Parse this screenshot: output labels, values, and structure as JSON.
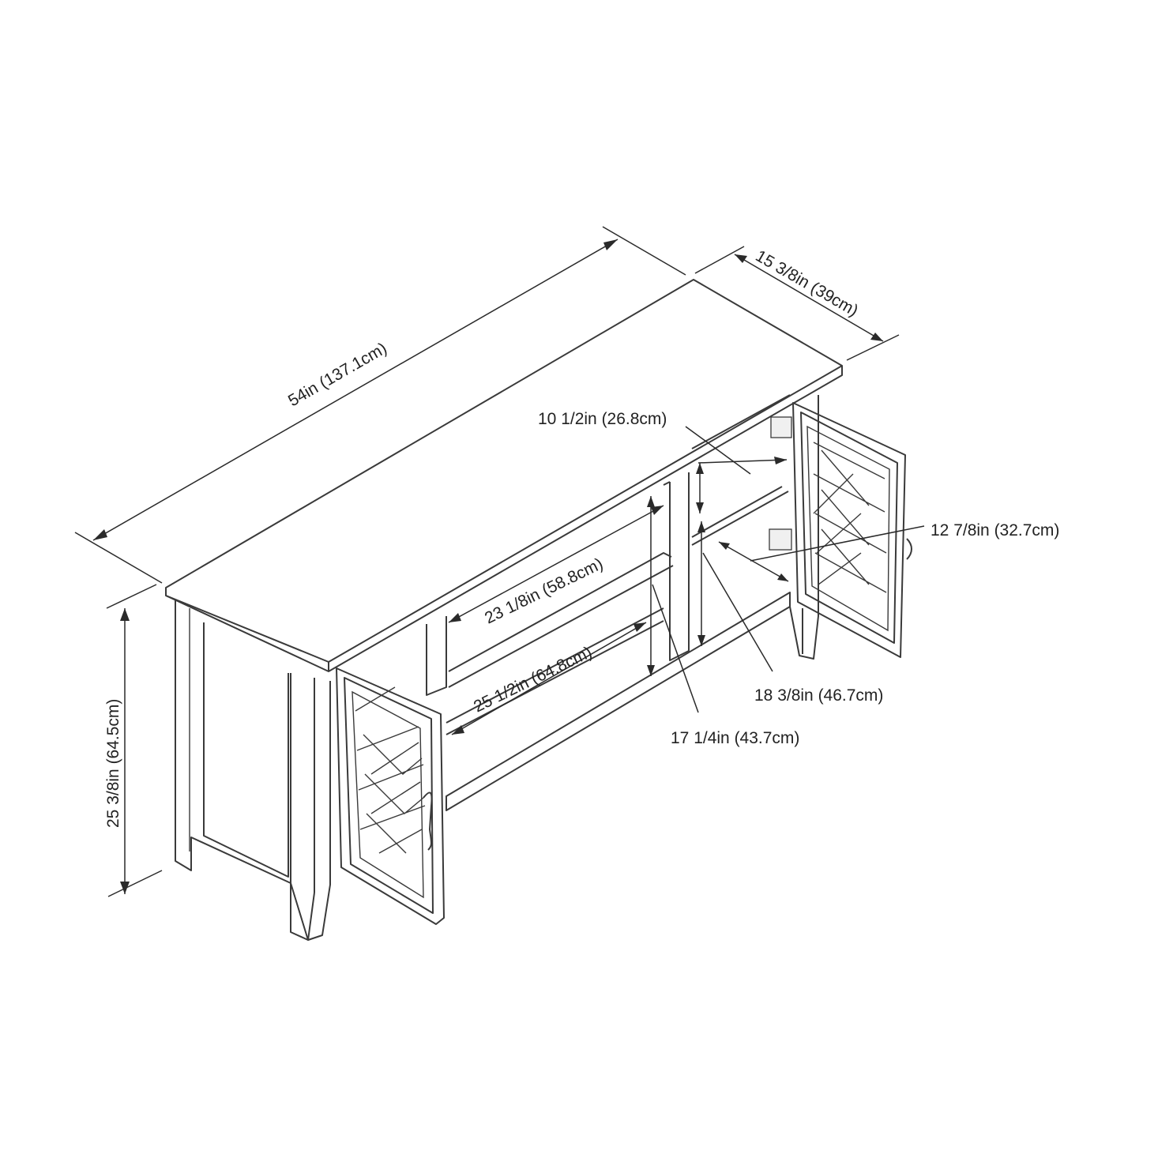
{
  "dimensions": {
    "width": "54in (137.1cm)",
    "depth": "15 3/8in (39cm)",
    "height": "25 3/8in (64.5cm)",
    "shelf_height_top": "10 1/2in (26.8cm)",
    "inner_depth": "12 7/8in (32.7cm)",
    "upper_width": "23 1/8in (58.8cm)",
    "lower_width": "25 1/2in (64.8cm)",
    "side_height": "18 3/8in (46.7cm)",
    "center_height": "17 1/4in (43.7cm)"
  }
}
